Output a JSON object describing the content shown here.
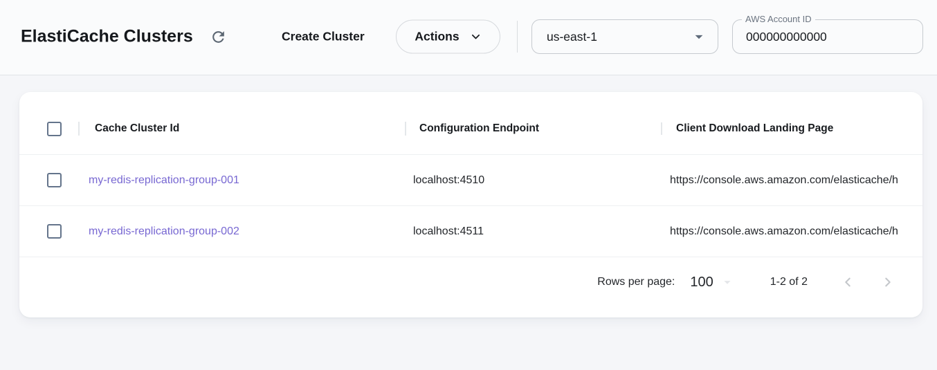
{
  "header": {
    "title": "ElastiCache Clusters",
    "create_button_label": "Create Cluster",
    "actions_button_label": "Actions",
    "region_select": {
      "value": "us-east-1"
    },
    "account_field": {
      "label": "AWS Account ID",
      "value": "000000000000"
    }
  },
  "table": {
    "columns": {
      "id": "Cache Cluster Id",
      "endpoint": "Configuration Endpoint",
      "url": "Client Download Landing Page"
    },
    "rows": [
      {
        "cache_cluster_id": "my-redis-replication-group-001",
        "configuration_endpoint": "localhost:4510",
        "client_download_landing_page": "https://console.aws.amazon.com/elasticache/h"
      },
      {
        "cache_cluster_id": "my-redis-replication-group-002",
        "configuration_endpoint": "localhost:4511",
        "client_download_landing_page": "https://console.aws.amazon.com/elasticache/h"
      }
    ],
    "pagination": {
      "rows_per_page_label": "Rows per page:",
      "rows_per_page_value": "100",
      "range_label": "1-2 of 2"
    }
  },
  "icons": {
    "refresh": "refresh-icon",
    "actions_chevron": "chevron-down-icon",
    "region_arrow": "dropdown-arrow-icon",
    "prev": "chevron-left-icon",
    "next": "chevron-right-icon"
  },
  "colors": {
    "link_purple": "#7767d2",
    "slate_icon": "#5b6672",
    "topbar_bg": "#fafbfc",
    "page_bg": "#f5f6f9",
    "card_bg": "#ffffff",
    "border_gray": "#c6cacf",
    "disabled_chevron": "#c4c7cb"
  }
}
